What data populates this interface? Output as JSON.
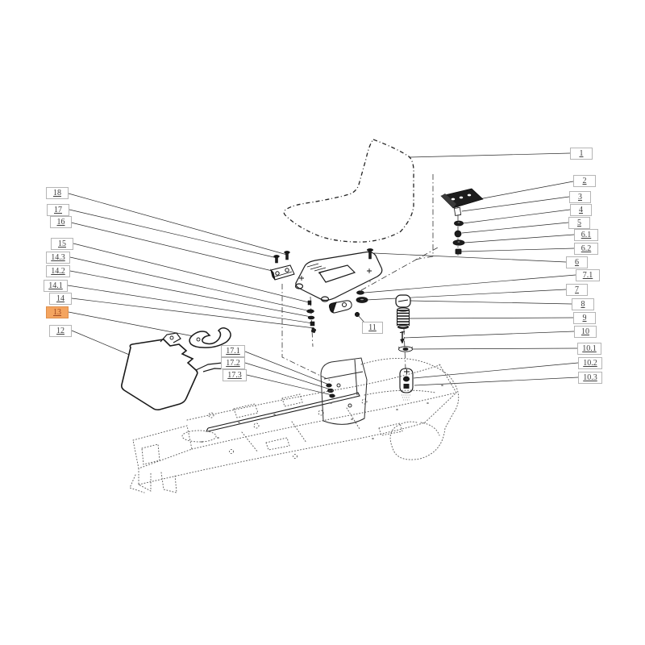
{
  "diagram": {
    "selected_callout": "13",
    "colors": {
      "line": "#222222",
      "stipple": "#666666",
      "callout_border": "#b5b5b5",
      "callout_text": "#3d3d3d",
      "highlight_bg": "#f4a45f",
      "highlight_border": "#df8f4c",
      "highlight_text": "#a04820"
    },
    "callouts": {
      "c1": "1",
      "c2": "2",
      "c3": "3",
      "c4": "4",
      "c5": "5",
      "c6": "6",
      "c6_1": "6.1",
      "c6_2": "6.2",
      "c7": "7",
      "c7_1": "7.1",
      "c8": "8",
      "c9": "9",
      "c10": "10",
      "c10_1": "10.1",
      "c10_2": "10.2",
      "c10_3": "10.3",
      "c11": "11",
      "c12": "12",
      "c13": "13",
      "c14": "14",
      "c14_1": "14.1",
      "c14_2": "14.2",
      "c14_3": "14.3",
      "c15": "15",
      "c16": "16",
      "c17": "17",
      "c17_1": "17.1",
      "c17_2": "17.2",
      "c17_3": "17.3",
      "c18": "18"
    }
  }
}
